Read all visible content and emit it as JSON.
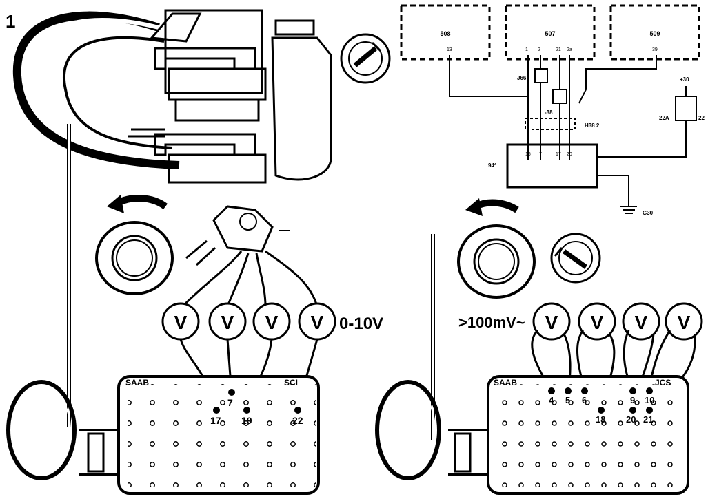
{
  "figure_number": "1",
  "left_panel": {
    "range_label": "0-10V",
    "meters": [
      "V",
      "V",
      "V",
      "V"
    ],
    "connector_labels": {
      "left": "SAAB",
      "right": "SCI"
    },
    "pin_numbers": [
      "17",
      "7",
      "19",
      "22"
    ]
  },
  "right_panel": {
    "range_label": ">100mV~",
    "meters": [
      "V",
      "V",
      "V",
      "V"
    ],
    "connector_labels": {
      "left": "SAAB",
      "right": "JCS"
    },
    "pin_numbers": [
      "4",
      "5",
      "6",
      "18",
      "9",
      "20",
      "10",
      "21"
    ]
  },
  "schematic": {
    "modules": [
      "508",
      "507",
      "509"
    ],
    "pins_508": [
      "13"
    ],
    "pins_507": [
      "1",
      "2",
      "21",
      "2a"
    ],
    "pins_509": [
      "39"
    ],
    "relay_label": "J66",
    "ground_ref_label": "-38",
    "supply_label": "+30",
    "fuse_labels": [
      "22A",
      "22"
    ],
    "harness_label": "H38 2",
    "unit_label": "94*",
    "unit_pins": [
      "16",
      "7",
      "17",
      "20"
    ],
    "ground_label": "G30"
  }
}
